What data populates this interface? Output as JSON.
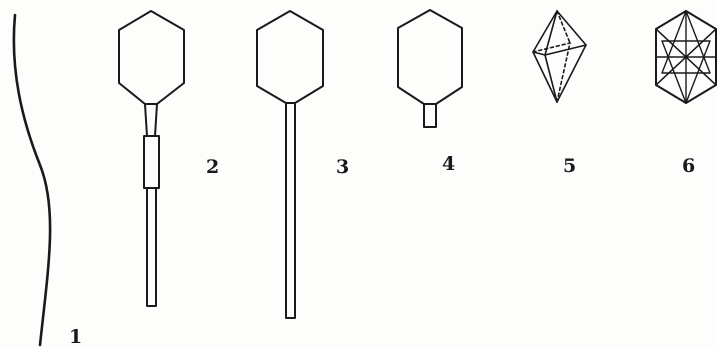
{
  "labels": {
    "type_1": "1",
    "type_2": "2",
    "type_3": "3",
    "type_4": "4",
    "type_5": "5",
    "type_6": "6"
  },
  "colors": {
    "stroke": "#1a1a1a",
    "background": "#fdfdfc"
  }
}
